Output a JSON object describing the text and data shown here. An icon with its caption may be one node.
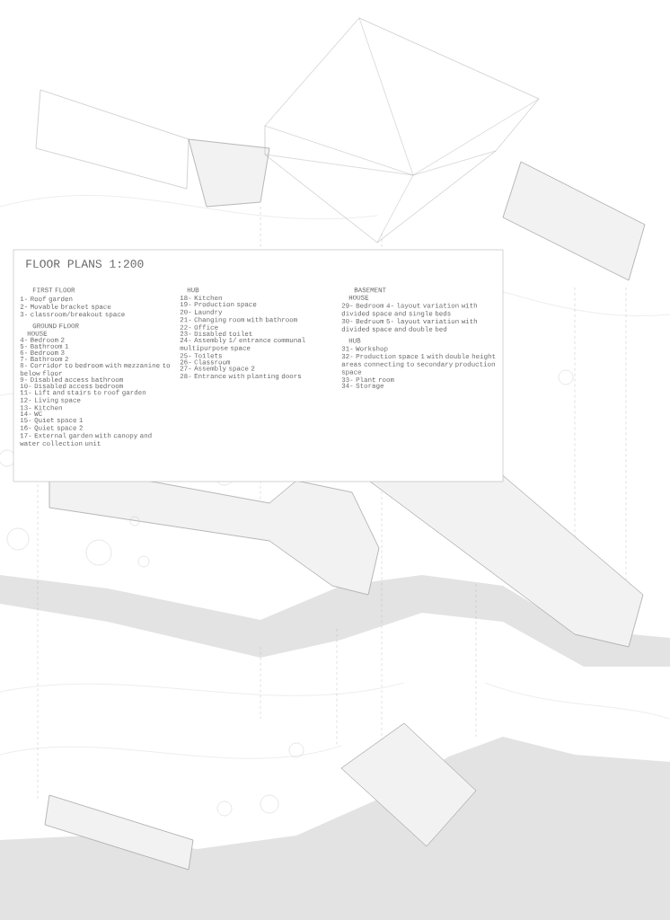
{
  "diagram": {
    "title": "FLOOR PLANS 1:200",
    "labels": [
      "FIRST FLOOR",
      "1- Roof garden",
      "2- Movable bracket space",
      "3- classroom/breakout space",
      "GROUND FLOOR",
      "HOUSE",
      "4- Bedroom 2",
      "5- Bathroom 1",
      "6- Bedroom 3",
      "7- Bathroom 2",
      "8- Corridor to bedroom with mezzanine to below floor",
      "9- Disabled access bathroom",
      "10- Disabled access bedroom",
      "11- Lift and stairs to roof garden",
      "12- Living space",
      "13- Kitchen",
      "14- WC",
      "15- Quiet space 1",
      "16- Quiet space 2",
      "17- External garden with canopy and water collection unit",
      "HUB",
      "18- Kitchen",
      "19- Production space",
      "20- Laundry",
      "21- Changing room with bathroom",
      "22- Office",
      "23- Disabled toilet",
      "24- Assembly 1/ entrance communal multipurpose space",
      "25- Toilets",
      "26- Classroom",
      "27- Assembly space 2",
      "28- Entrance with planting doors",
      "BASEMENT",
      "HOUSE",
      "29- Bedroom 4- layout variation with divided space and single beds",
      "30- Bedroom 5- layout variation with divided space and double bed",
      "HUB",
      "31- Workshop",
      "32- Production space 1 with double height areas connecting to secondary production space",
      "33- Plant room",
      "34- Storage"
    ]
  }
}
